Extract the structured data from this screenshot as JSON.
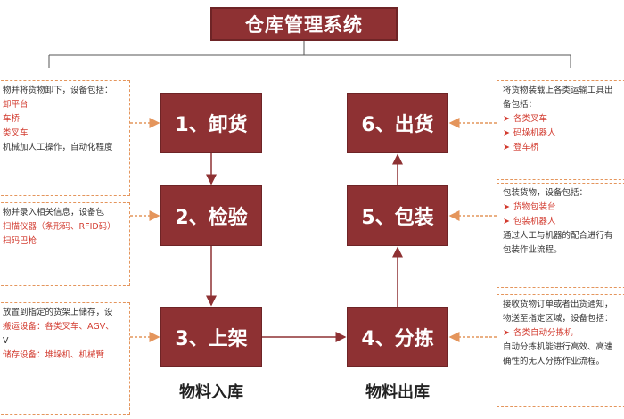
{
  "title": "仓库管理系统",
  "steps": {
    "s1": "1、卸货",
    "s2": "2、检验",
    "s3": "3、上架",
    "s4": "4、分拣",
    "s5": "5、包装",
    "s6": "6、出货"
  },
  "groups": {
    "inbound": "物料入库",
    "outbound": "物料出库"
  },
  "left_panels": {
    "unload": {
      "line1": "物并将货物卸下，设备包括：",
      "item1": "卸平台",
      "item2": "车桥",
      "item3": "类叉车",
      "line2": "机械加人工操作，自动化程度"
    },
    "inspect": {
      "line1": "物并录入相关信息，设备包",
      "item1": "扫描仪器（条形码、RFID码）",
      "item2": "扫码巴枪"
    },
    "shelve": {
      "line1": "放置到指定的货架上储存，设",
      "item1": "搬运设备：各类叉车、AGV、",
      "line2": "V",
      "item2": "储存设备：堆垛机、机械臂"
    }
  },
  "right_panels": {
    "ship": {
      "line1": "将货物装载上各类运输工具出",
      "line2": "备包括：",
      "item1": "各类叉车",
      "item2": "码垛机器人",
      "item3": "登车桥"
    },
    "pack": {
      "line1": "包装货物，设备包括：",
      "item1": "货物包装台",
      "item2": "包装机器人",
      "line2": "通过人工与机器的配合进行有",
      "line3": "包装作业流程。"
    },
    "sort": {
      "line1": "接收货物订单或者出货通知，",
      "line2": "物送至指定区域，设备包括：",
      "item1": "各类自动分拣机",
      "line3": "自动分拣机能进行高效、高速",
      "line4": "确性的无人分拣作业流程。"
    }
  },
  "colors": {
    "box": "#8e3133",
    "dashed": "#e4955c",
    "arrow": "#d23a2e",
    "connector": "#8e3133"
  }
}
